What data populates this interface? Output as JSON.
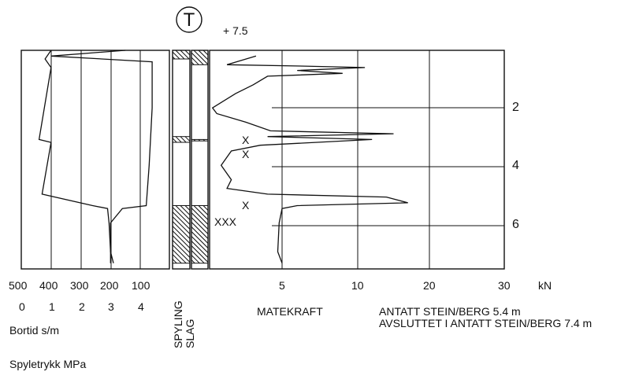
{
  "marker": {
    "symbol": "T",
    "elevation": "+ 7.5"
  },
  "depth_ticks": [
    "2",
    "4",
    "6"
  ],
  "force_axis": {
    "ticks": [
      "5",
      "10",
      "20",
      "30"
    ],
    "unit": "kN",
    "title": "MATEKRAFT"
  },
  "bortid_axis": {
    "ticks": [
      "500",
      "400",
      "300",
      "200",
      "100"
    ],
    "title": "Bortid s/m"
  },
  "spyletrykk_axis": {
    "ticks": [
      "0",
      "1",
      "2",
      "3",
      "4"
    ],
    "title": "Spyletrykk MPa"
  },
  "column_labels": {
    "spyling": "SPYLING",
    "slag": "SLAG"
  },
  "x_markers": [
    "X",
    "X",
    "X",
    "XXX"
  ],
  "notes": [
    "ANTATT STEIN/BERG 5.4 m",
    "AVSLUTTET I ANTATT STEIN/BERG 7.4 m"
  ],
  "chart_data": {
    "type": "line",
    "depth_unit": "m",
    "depth_range": [
      0,
      7.6
    ],
    "series": [
      {
        "name": "MATEKRAFT",
        "unit": "kN",
        "values": [
          [
            0.2,
            3.2
          ],
          [
            0.5,
            1.2
          ],
          [
            0.55,
            6.5
          ],
          [
            0.6,
            11
          ],
          [
            0.7,
            6
          ],
          [
            0.8,
            9
          ],
          [
            0.9,
            4
          ],
          [
            1.2,
            3
          ],
          [
            1.5,
            1.8
          ],
          [
            2.0,
            0.2
          ],
          [
            2.2,
            0.5
          ],
          [
            2.5,
            2.5
          ],
          [
            2.8,
            4.2
          ],
          [
            2.9,
            15
          ],
          [
            3.0,
            4
          ],
          [
            3.1,
            12
          ],
          [
            3.3,
            3.5
          ],
          [
            3.5,
            1.5
          ],
          [
            4.0,
            0.8
          ],
          [
            4.5,
            1.5
          ],
          [
            4.8,
            1.2
          ],
          [
            5.0,
            4
          ],
          [
            5.1,
            14
          ],
          [
            5.3,
            17
          ],
          [
            5.4,
            6
          ],
          [
            5.5,
            5
          ],
          [
            6.0,
            4.8
          ],
          [
            7.0,
            4.7
          ],
          [
            7.4,
            5.0
          ]
        ]
      },
      {
        "name": "Bortid s/m",
        "values": [
          [
            0,
            400
          ],
          [
            0.3,
            420
          ],
          [
            0.6,
            400
          ],
          [
            3.1,
            440
          ],
          [
            3.2,
            400
          ],
          [
            5.0,
            430
          ],
          [
            5.4,
            260
          ],
          [
            5.5,
            210
          ],
          [
            6.0,
            205
          ],
          [
            7.0,
            200
          ],
          [
            7.4,
            190
          ]
        ]
      },
      {
        "name": "Spyletrykk MPa",
        "values": [
          [
            0,
            3.5
          ],
          [
            0.2,
            1.0
          ],
          [
            0.4,
            4.4
          ],
          [
            2.0,
            4.4
          ],
          [
            4.0,
            4.3
          ],
          [
            5.4,
            4.2
          ],
          [
            5.5,
            3.4
          ],
          [
            6.0,
            3.0
          ],
          [
            7.4,
            3.0
          ]
        ]
      }
    ],
    "spyling_intervals": [
      [
        0,
        0.3
      ],
      [
        3.0,
        3.2
      ],
      [
        5.4,
        7.4
      ]
    ],
    "slag_intervals": [
      [
        0,
        0.5
      ],
      [
        3.1,
        3.15
      ],
      [
        5.4,
        7.4
      ]
    ]
  }
}
